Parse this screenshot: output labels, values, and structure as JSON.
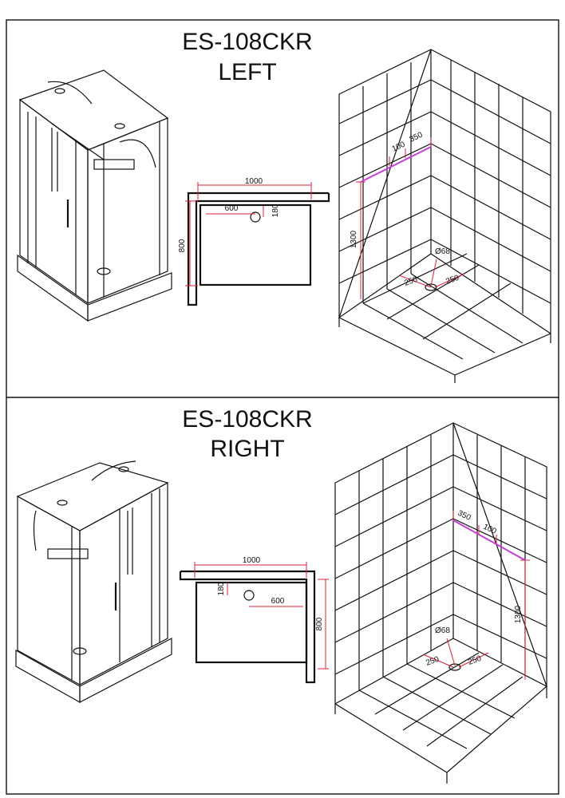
{
  "panels": [
    {
      "model": "ES-108CKR",
      "side": "LEFT",
      "tray": {
        "width": "1000",
        "depth": "800",
        "drain_x": "600",
        "drain_y": "180"
      },
      "wall": {
        "height": "1300",
        "seg_a": "100",
        "seg_b": "350",
        "drain_dia": "Ø68",
        "off_left": "250",
        "off_right": "250"
      }
    },
    {
      "model": "ES-108CKR",
      "side": "RIGHT",
      "tray": {
        "width": "1000",
        "depth": "800",
        "drain_x": "600",
        "drain_y": "180"
      },
      "wall": {
        "height": "1300",
        "seg_a": "350",
        "seg_b": "100",
        "drain_dia": "Ø68",
        "off_left": "250",
        "off_right": "250"
      }
    }
  ],
  "colors": {
    "dimension": "#e0203a",
    "pipe": "#c43fd6",
    "line": "#111111"
  }
}
